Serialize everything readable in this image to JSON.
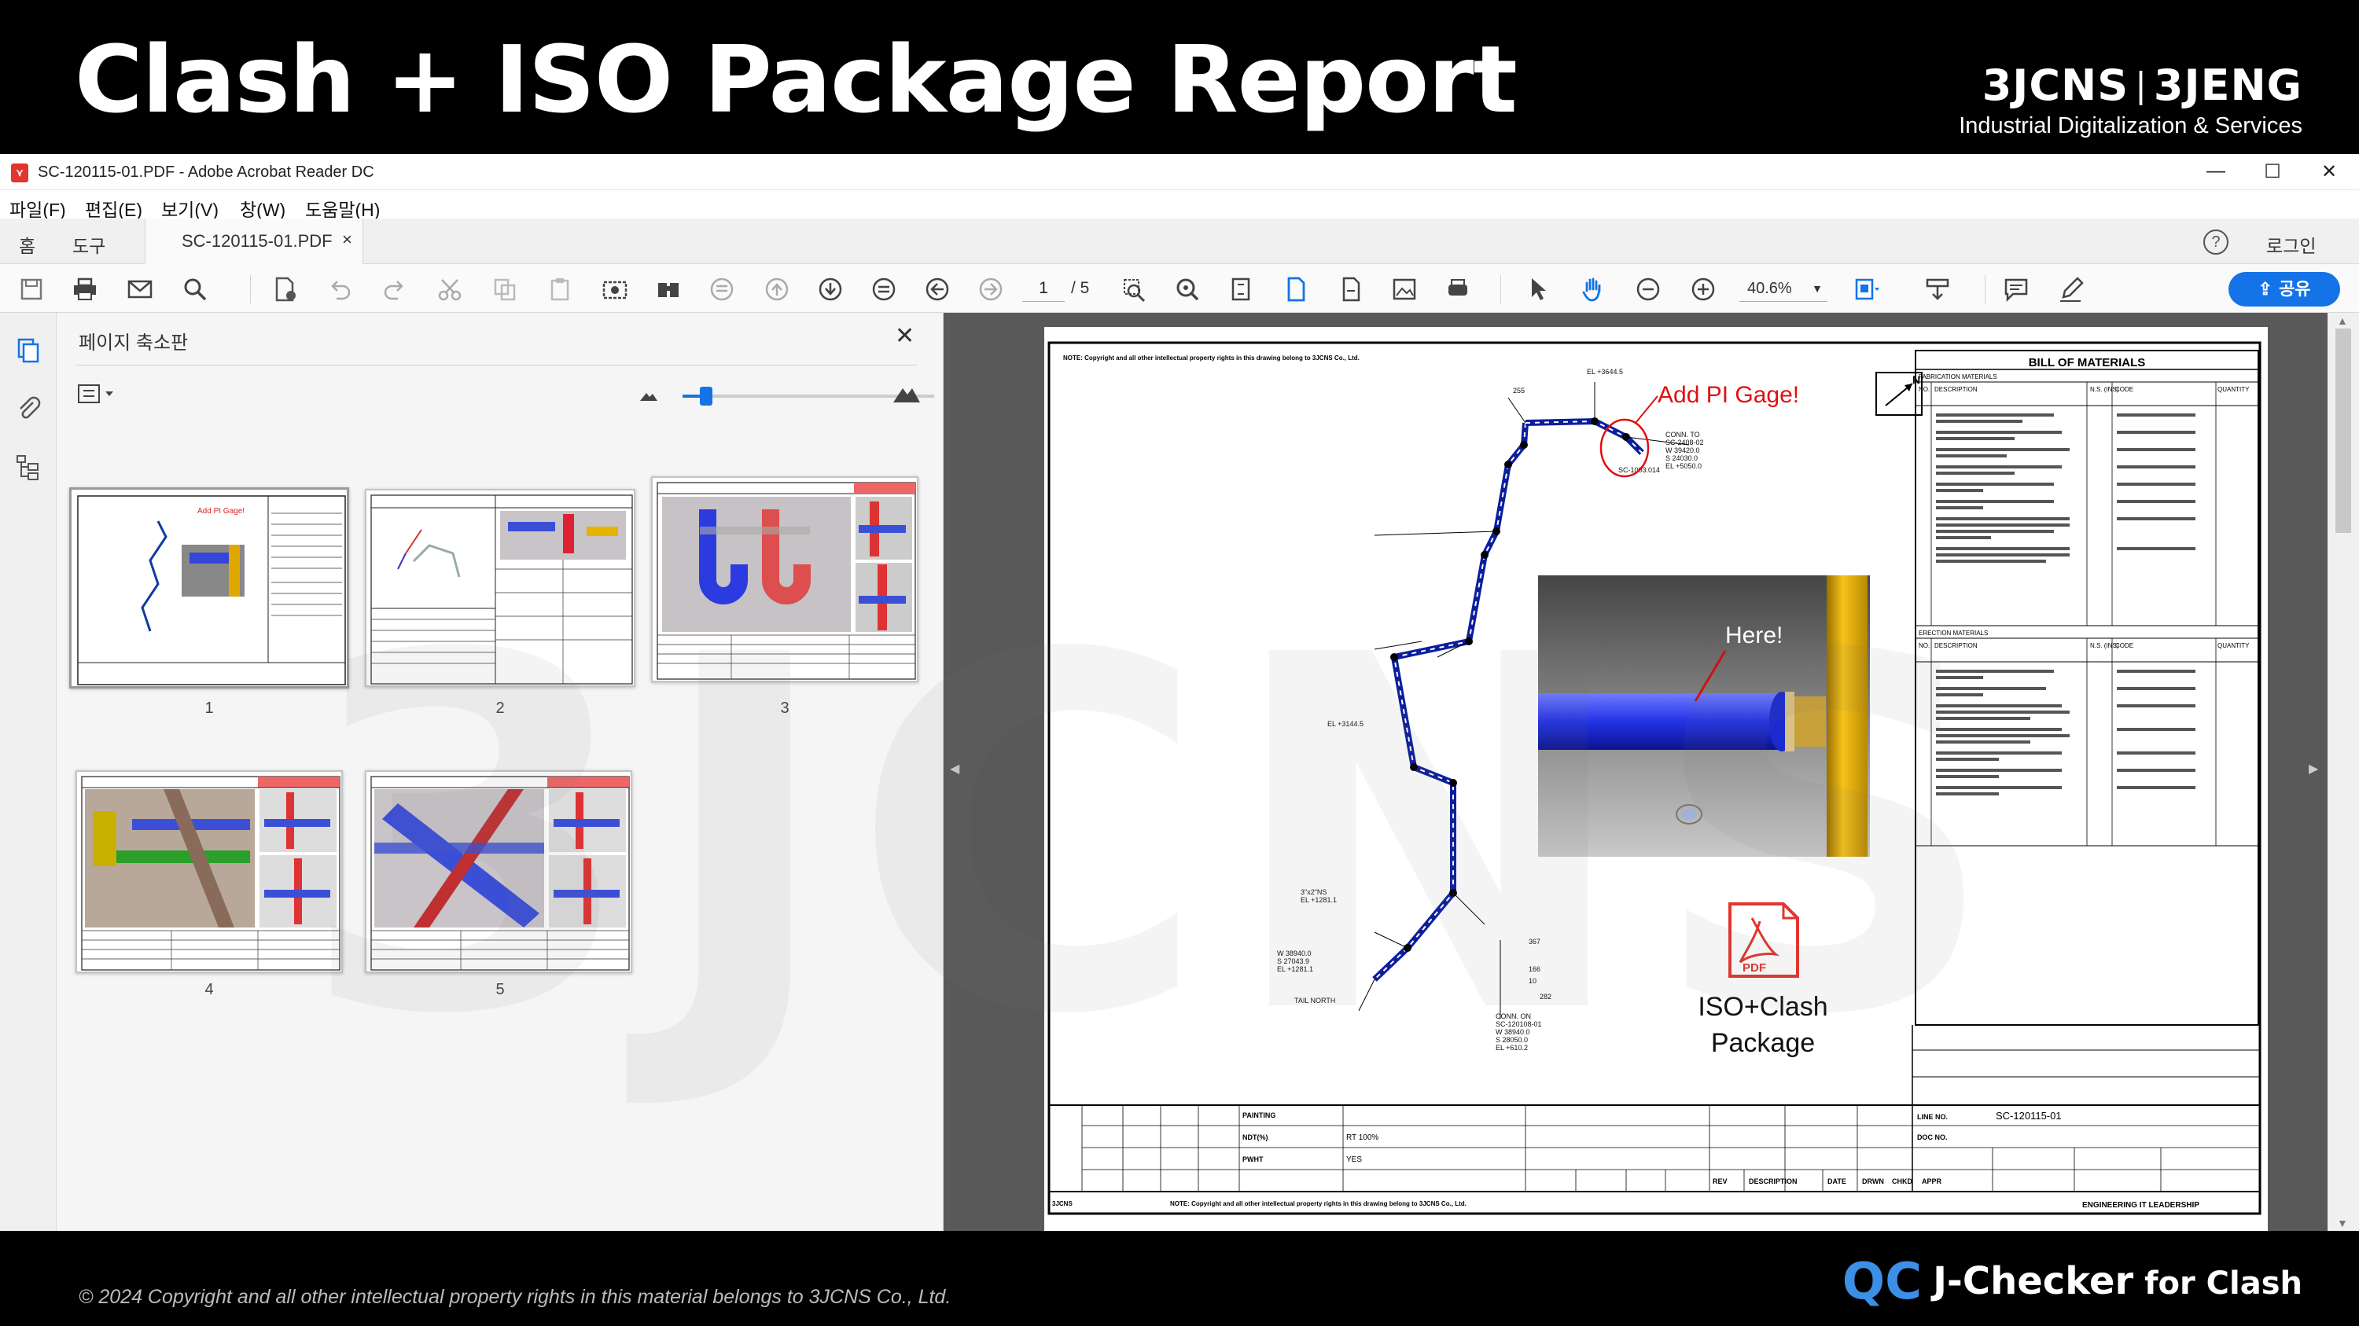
{
  "banner": {
    "title": "Clash + ISO Package Report",
    "brand_name_left": "3JCNS",
    "brand_name_right": "3JENG",
    "brand_tagline": "Industrial Digitalization & Services"
  },
  "window": {
    "title": "SC-120115-01.PDF - Adobe Acrobat Reader DC",
    "app_icon": "pdf-app-icon",
    "controls": [
      "—",
      "☐",
      "✕"
    ]
  },
  "menu": [
    "파일(F)",
    "편집(E)",
    "보기(V)",
    "창(W)",
    "도움말(H)"
  ],
  "tabs": {
    "home": "홈",
    "tools": "도구",
    "document": "SC-120115-01.PDF",
    "close": "×",
    "login": "로그인",
    "help": "?"
  },
  "toolbar": {
    "page_current": "1",
    "page_total": "/ 5",
    "zoom": "40.6%",
    "share": "공유"
  },
  "thumbnails": {
    "title": "페이지 축소판",
    "close": "✕",
    "pages": [
      "1",
      "2",
      "3",
      "4",
      "5"
    ]
  },
  "drawing": {
    "note_top": "NOTE: Copyright and all other intellectual property rights in this drawing belong to 3JCNS Co., Ltd.",
    "note_bottom": "NOTE: Copyright and all other intellectual property rights in this drawing belong to 3JCNS Co., Ltd.",
    "callout": "Add PI Gage!",
    "here": "Here!",
    "package_line1": "ISO+Clash",
    "package_line2": "Package",
    "pdf_badge": "PDF",
    "bom_title": "BILL OF MATERIALS",
    "fab_title": "FABRICATION MATERIALS",
    "erect_title": "ERECTION MATERIALS",
    "bom_headers": [
      "NO.",
      "DESCRIPTION",
      "N.S. (INS)",
      "CODE",
      "QUANTITY"
    ],
    "line_no_label": "LINE NO.",
    "line_no": "SC-120115-01",
    "doc_no_label": "DOC NO.",
    "footer_left": "3JCNS",
    "footer_right": "ENGINEERING IT LEADERSHIP",
    "painting_label": "PAINTING",
    "ndt_label": "NDT(%)",
    "ndt_value": "RT 100%",
    "pwht_label": "PWHT",
    "pwht_value": "YES",
    "rev_label": "REV",
    "desc_label": "DESCRIPTION",
    "date_label": "DATE",
    "drwn_label": "DRWN",
    "chkd_label": "CHKD",
    "appr_label": "APPR"
  },
  "footer": {
    "copyright": "© 2024 Copyright and all other intellectual property rights in this material belongs to 3JCNS Co., Ltd.",
    "product_name": "J-Checker",
    "product_suffix": "for Clash",
    "product_logo": "QC"
  }
}
